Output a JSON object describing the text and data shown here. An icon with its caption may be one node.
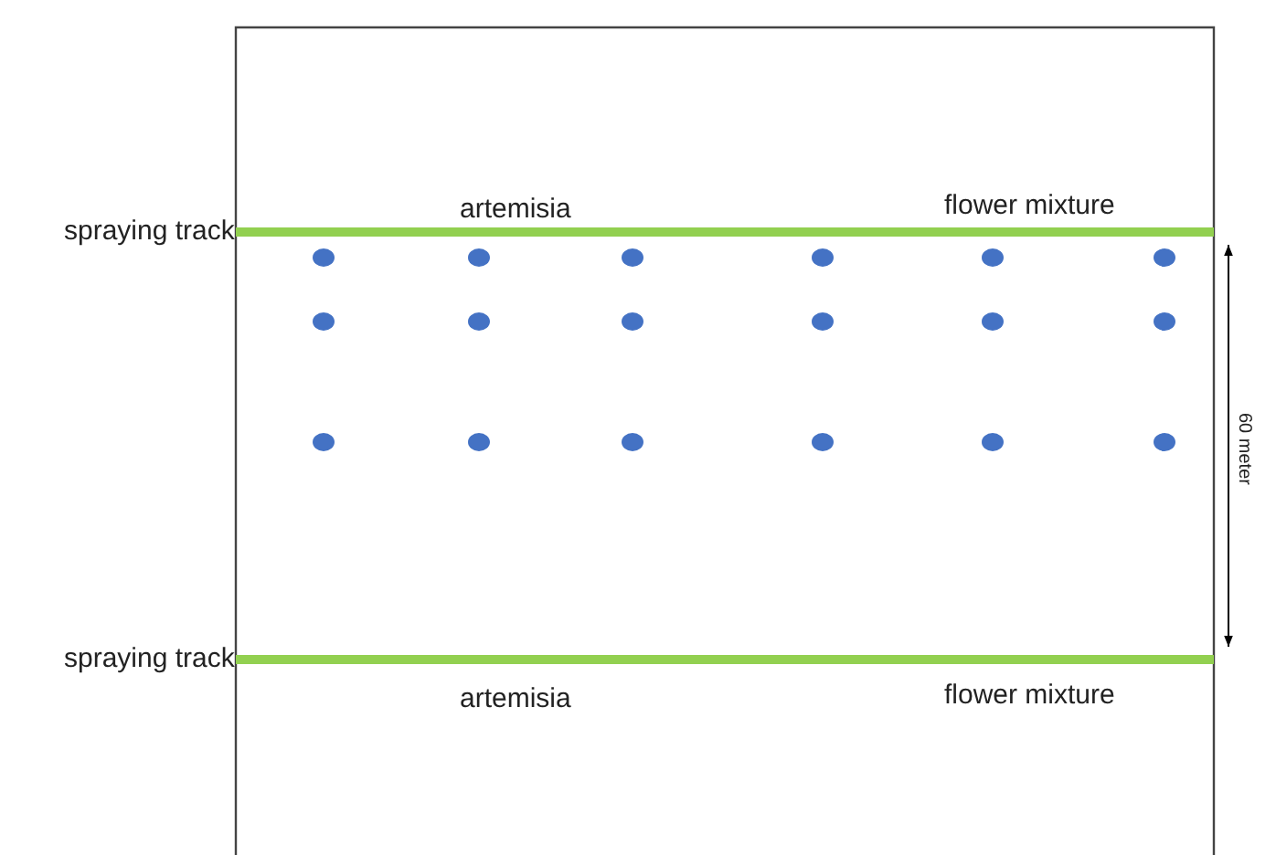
{
  "diagram": {
    "labels": [
      "artemisia",
      "flower mixture",
      "spraying track",
      "60 meter",
      "spraying track",
      "artemisia",
      "flower mixture"
    ]
  }
}
